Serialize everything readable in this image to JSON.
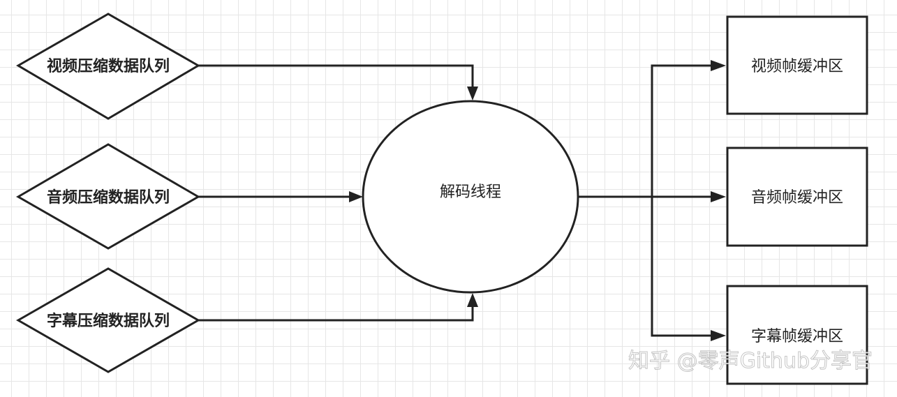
{
  "diagram": {
    "inputs": [
      {
        "id": "video-queue",
        "label": "视频压缩数据队列"
      },
      {
        "id": "audio-queue",
        "label": "音频压缩数据队列"
      },
      {
        "id": "subtitle-queue",
        "label": "字幕压缩数据队列"
      }
    ],
    "process": {
      "id": "decode-thread",
      "label": "解码线程"
    },
    "outputs": [
      {
        "id": "video-buffer",
        "label": "视频帧缓冲区"
      },
      {
        "id": "audio-buffer",
        "label": "音频帧缓冲区"
      },
      {
        "id": "subtitle-buffer",
        "label": "字幕帧缓冲区"
      }
    ],
    "edges": [
      {
        "from": "video-queue",
        "to": "decode-thread"
      },
      {
        "from": "audio-queue",
        "to": "decode-thread"
      },
      {
        "from": "subtitle-queue",
        "to": "decode-thread"
      },
      {
        "from": "decode-thread",
        "to": "video-buffer"
      },
      {
        "from": "decode-thread",
        "to": "audio-buffer"
      },
      {
        "from": "decode-thread",
        "to": "subtitle-buffer"
      }
    ]
  },
  "watermark": "知乎 @零声Github分享官",
  "colors": {
    "stroke": "#222222",
    "grid": "#e6e6e6",
    "background": "#ffffff"
  }
}
